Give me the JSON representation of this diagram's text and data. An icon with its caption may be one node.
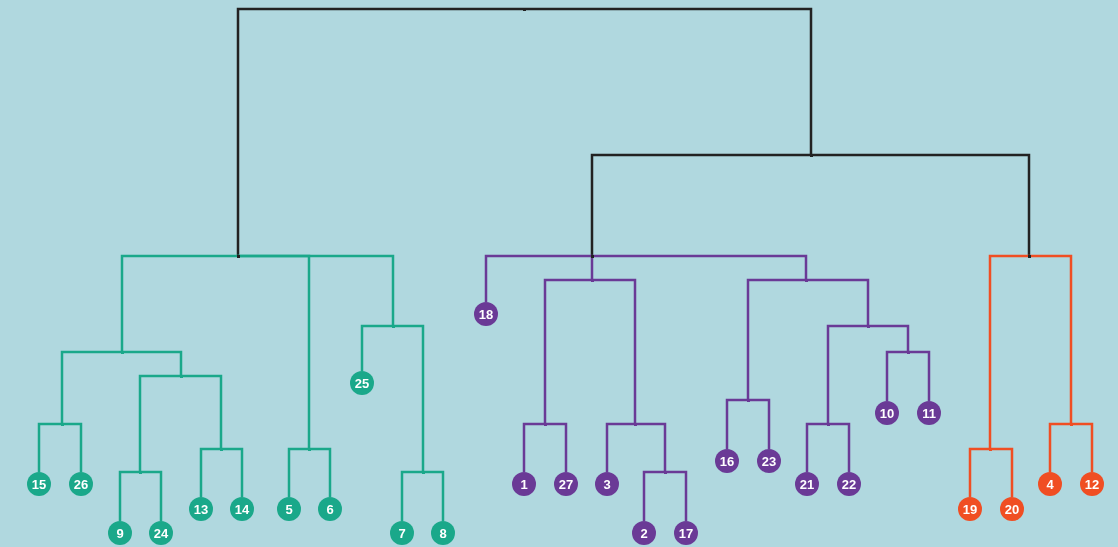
{
  "diagram": {
    "nodes": [
      {
        "text": [],
        "shape": "point"
      },
      {
        "text": [],
        "shape": "point"
      },
      {
        "text": [],
        "shape": "point"
      },
      {
        "text": [],
        "shape": "point"
      },
      {
        "text": [
          "15"
        ]
      },
      {
        "text": [
          "26"
        ]
      },
      {
        "text": [],
        "shape": "point"
      },
      {
        "text": [],
        "shape": "point"
      },
      {
        "text": [
          "9"
        ]
      },
      {
        "text": [
          "24"
        ]
      },
      {
        "text": [],
        "shape": "point"
      },
      {
        "text": [
          "13"
        ]
      },
      {
        "text": [
          "14"
        ]
      },
      {
        "text": [],
        "shape": "point"
      },
      {
        "text": [
          "5"
        ]
      },
      {
        "text": [
          "6"
        ]
      },
      {
        "text": [],
        "shape": "point"
      },
      {
        "text": [
          "25"
        ]
      },
      {
        "text": [],
        "shape": "point"
      },
      {
        "text": [
          "7"
        ]
      },
      {
        "text": [
          "8"
        ]
      },
      {
        "text": [],
        "shape": "point"
      },
      {
        "text": [],
        "shape": "point"
      },
      {
        "text": [
          "18"
        ]
      },
      {
        "text": [],
        "shape": "point"
      },
      {
        "text": [],
        "shape": "point"
      },
      {
        "text": [
          "1"
        ]
      },
      {
        "text": [
          "27"
        ]
      },
      {
        "text": [],
        "shape": "point"
      },
      {
        "text": [
          "3"
        ]
      },
      {
        "text": [],
        "shape": "point"
      },
      {
        "text": [
          "2"
        ]
      },
      {
        "text": [
          "17"
        ]
      },
      {
        "text": [],
        "shape": "point"
      },
      {
        "text": [],
        "shape": "point"
      },
      {
        "text": [
          "16"
        ]
      },
      {
        "text": [
          "23"
        ]
      },
      {
        "text": [],
        "shape": "point"
      },
      {
        "text": [],
        "shape": "point"
      },
      {
        "text": [
          "21"
        ]
      },
      {
        "text": [
          "22"
        ]
      },
      {
        "text": [],
        "shape": "point"
      },
      {
        "text": [
          "10"
        ]
      },
      {
        "text": [
          "11"
        ]
      },
      {
        "text": [],
        "shape": "point"
      },
      {
        "text": [],
        "shape": "point"
      },
      {
        "text": [
          "19"
        ]
      },
      {
        "text": [
          "20"
        ]
      },
      {
        "text": [],
        "shape": "point"
      },
      {
        "text": [
          "4"
        ]
      },
      {
        "text": [
          "12"
        ]
      }
    ],
    "edges": [
      {
        "from": 0,
        "to": 1,
        "arrow": "none",
        "color": "#222222"
      },
      {
        "from": 0,
        "to": 21,
        "arrow": "none",
        "color": "#222222"
      },
      {
        "from": 21,
        "to": 22,
        "arrow": "none",
        "color": "#222222"
      },
      {
        "from": 21,
        "to": 44,
        "arrow": "none",
        "color": "#222222"
      },
      {
        "from": 1,
        "to": 2,
        "arrow": "none",
        "color": "#1aa88a"
      },
      {
        "from": 1,
        "to": 13,
        "arrow": "none",
        "color": "#1aa88a"
      },
      {
        "from": 1,
        "to": 16,
        "arrow": "none",
        "color": "#1aa88a"
      },
      {
        "from": 2,
        "to": 3,
        "arrow": "none",
        "color": "#1aa88a"
      },
      {
        "from": 2,
        "to": 6,
        "arrow": "none",
        "color": "#1aa88a"
      },
      {
        "from": 3,
        "to": 4,
        "arrow": "none",
        "color": "#1aa88a"
      },
      {
        "from": 3,
        "to": 5,
        "arrow": "none",
        "color": "#1aa88a"
      },
      {
        "from": 6,
        "to": 7,
        "arrow": "none",
        "color": "#1aa88a"
      },
      {
        "from": 6,
        "to": 10,
        "arrow": "none",
        "color": "#1aa88a"
      },
      {
        "from": 7,
        "to": 8,
        "arrow": "none",
        "color": "#1aa88a"
      },
      {
        "from": 7,
        "to": 9,
        "arrow": "none",
        "color": "#1aa88a"
      },
      {
        "from": 10,
        "to": 11,
        "arrow": "none",
        "color": "#1aa88a"
      },
      {
        "from": 10,
        "to": 12,
        "arrow": "none",
        "color": "#1aa88a"
      },
      {
        "from": 13,
        "to": 14,
        "arrow": "none",
        "color": "#1aa88a"
      },
      {
        "from": 13,
        "to": 15,
        "arrow": "none",
        "color": "#1aa88a"
      },
      {
        "from": 16,
        "to": 17,
        "arrow": "none",
        "color": "#1aa88a"
      },
      {
        "from": 16,
        "to": 18,
        "arrow": "none",
        "color": "#1aa88a"
      },
      {
        "from": 18,
        "to": 19,
        "arrow": "none",
        "color": "#1aa88a"
      },
      {
        "from": 18,
        "to": 20,
        "arrow": "none",
        "color": "#1aa88a"
      },
      {
        "from": 22,
        "to": 23,
        "arrow": "none"
      },
      {
        "from": 22,
        "to": 24,
        "arrow": "none"
      },
      {
        "from": 22,
        "to": 33,
        "arrow": "none"
      },
      {
        "from": 24,
        "to": 25,
        "arrow": "none"
      },
      {
        "from": 24,
        "to": 28,
        "arrow": "none"
      },
      {
        "from": 25,
        "to": 26,
        "arrow": "none"
      },
      {
        "from": 25,
        "to": 27,
        "arrow": "none"
      },
      {
        "from": 28,
        "to": 29,
        "arrow": "none"
      },
      {
        "from": 28,
        "to": 30,
        "arrow": "none"
      },
      {
        "from": 30,
        "to": 31,
        "arrow": "none"
      },
      {
        "from": 30,
        "to": 32,
        "arrow": "none"
      },
      {
        "from": 33,
        "to": 34,
        "arrow": "none"
      },
      {
        "from": 33,
        "to": 37,
        "arrow": "none"
      },
      {
        "from": 34,
        "to": 35,
        "arrow": "none"
      },
      {
        "from": 34,
        "to": 36,
        "arrow": "none"
      },
      {
        "from": 37,
        "to": 38,
        "arrow": "none"
      },
      {
        "from": 37,
        "to": 41,
        "arrow": "none"
      },
      {
        "from": 38,
        "to": 39,
        "arrow": "none"
      },
      {
        "from": 38,
        "to": 40,
        "arrow": "none"
      },
      {
        "from": 41,
        "to": 42,
        "arrow": "none"
      },
      {
        "from": 41,
        "to": 43,
        "arrow": "none"
      },
      {
        "from": 44,
        "to": 45,
        "arrow": "none",
        "color": "#f04e23"
      },
      {
        "from": 44,
        "to": 48,
        "arrow": "none",
        "color": "#f04e23"
      },
      {
        "from": 45,
        "to": 46,
        "arrow": "none",
        "color": "#f04e23"
      },
      {
        "from": 45,
        "to": 47,
        "arrow": "none",
        "color": "#f04e23"
      },
      {
        "from": 48,
        "to": 49,
        "arrow": "none",
        "color": "#f04e23"
      },
      {
        "from": 48,
        "to": 50,
        "arrow": "none",
        "color": "#f04e23"
      }
    ]
  }
}
